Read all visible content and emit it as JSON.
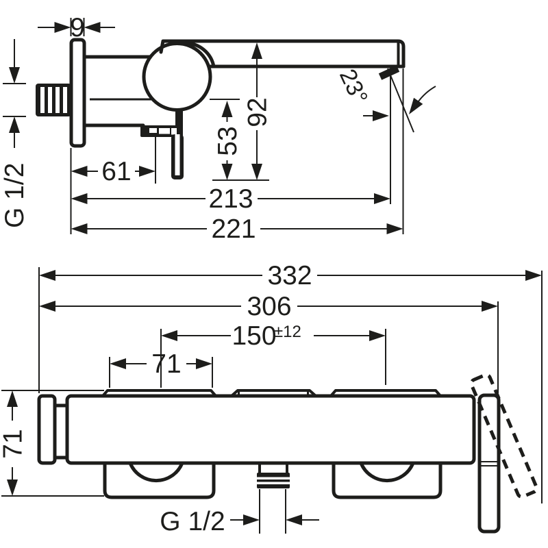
{
  "side_view": {
    "plate_thickness": "9",
    "wall_thread": "G 1/2",
    "outlet_offset": "61",
    "outlet_drop": "53",
    "spout_height": "92",
    "spout_angle": "23°",
    "reach_aerator": "213",
    "reach_total": "221"
  },
  "front_view": {
    "total_width": "332",
    "body_width": "306",
    "connection_centers": "150",
    "connection_tolerance": "±12",
    "escutcheon_width": "71",
    "escutcheon_height": "71",
    "outlet_thread": "G 1/2"
  }
}
